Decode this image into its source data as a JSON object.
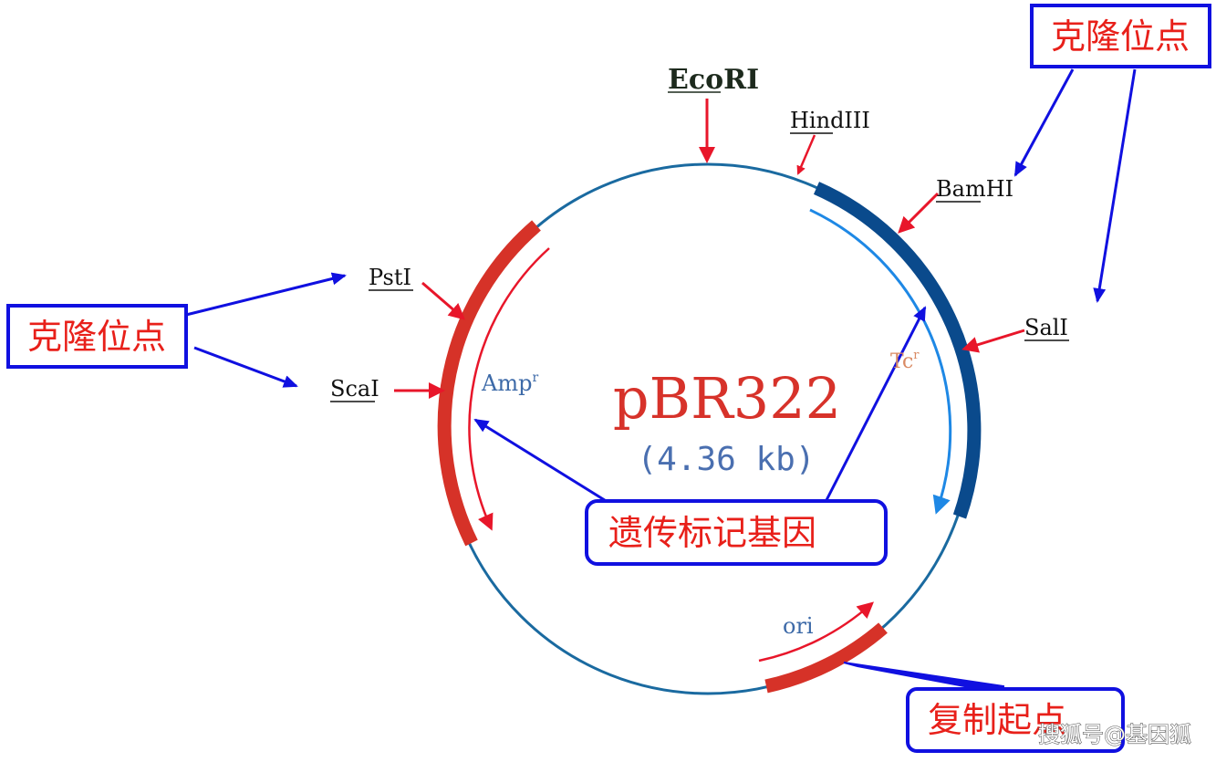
{
  "plasmid": {
    "name": "pBR322",
    "size": "(4.36 kb)"
  },
  "sites": {
    "ecori": "EcoRI",
    "hindiii": "HindIII",
    "bamhi": "BamHI",
    "sali": "SalI",
    "psti": "PstI",
    "scai": "ScaI"
  },
  "genes": {
    "amp": "Amp",
    "amp_sup": "r",
    "tc": "Tc",
    "tc_sup": "r",
    "ori": "ori"
  },
  "callouts": {
    "cloning_sites_right": "克隆位点",
    "cloning_sites_left": "克隆位点",
    "marker_genes": "遗传标记基因",
    "replication_origin": "复制起点"
  },
  "watermark": "搜狐号@基因狐",
  "colors": {
    "backbone": "#1a6aa0",
    "amp_block": "#d63228",
    "tc_block": "#0a4a8c",
    "ori_block": "#d63228",
    "pointer_red": "#e8162a",
    "pointer_blue": "#1010e0"
  }
}
